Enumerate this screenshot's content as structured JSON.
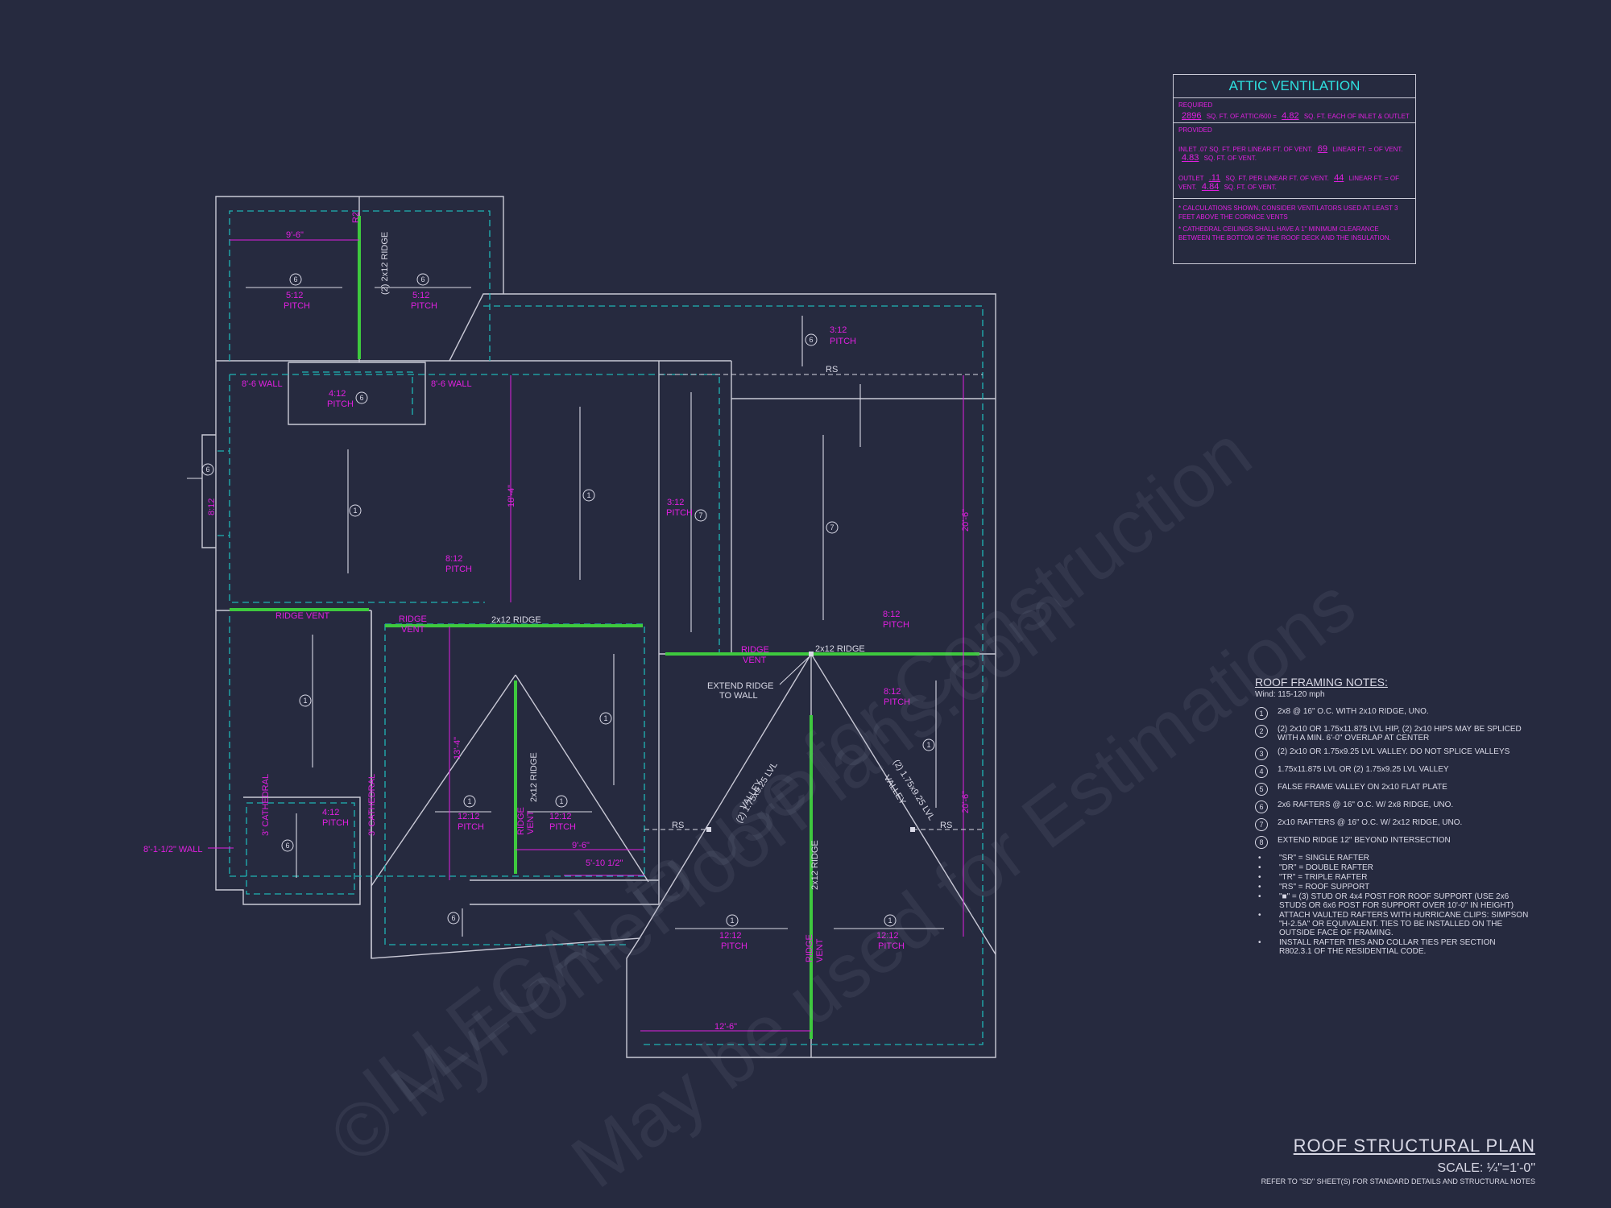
{
  "ventilation": {
    "title": "ATTIC VENTILATION",
    "required_label": "REQUIRED",
    "required_value": "2896",
    "required_text": "SQ. FT. OF ATTIC/600 =",
    "required_result": "4.82",
    "required_unit": "SQ. FT. EACH OF INLET & OUTLET",
    "provided_label": "PROVIDED",
    "inlet_label": "INLET .07 SQ. FT. PER LINEAR FT. OF VENT.",
    "inlet_length": "69",
    "inlet_mid": "LINEAR FT. = OF VENT.",
    "inlet_result": "4.83",
    "inlet_unit": "SQ. FT. OF VENT.",
    "outlet_label": "OUTLET",
    "outlet_rate": ".11",
    "outlet_mid1": "SQ. FT. PER LINEAR FT. OF VENT.",
    "outlet_length": "44",
    "outlet_mid2": "LINEAR FT. = OF VENT.",
    "outlet_result": "4.84",
    "outlet_unit": "SQ. FT. OF VENT.",
    "note1": "* CALCULATIONS SHOWN, CONSIDER VENTILATORS USED AT LEAST 3 FEET ABOVE THE CORNICE VENTS",
    "note2": "* CATHEDRAL CEILINGS SHALL HAVE A 1\" MINIMUM CLEARANCE BETWEEN THE BOTTOM OF THE ROOF DECK AND THE INSULATION."
  },
  "notes": {
    "title": "ROOF FRAMING NOTES:",
    "wind": "Wind: 115-120 mph",
    "items": [
      {
        "num": "1",
        "text": "2x8 @ 16\" O.C. WITH 2x10 RIDGE, UNO."
      },
      {
        "num": "2",
        "text": "(2) 2x10 OR 1.75x11.875 LVL HIP, (2) 2x10 HIPS MAY BE SPLICED WITH A MIN. 6'-0\" OVERLAP AT CENTER"
      },
      {
        "num": "3",
        "text": "(2) 2x10 OR 1.75x9.25 LVL VALLEY. DO NOT SPLICE VALLEYS"
      },
      {
        "num": "4",
        "text": "1.75x11.875 LVL OR (2) 1.75x9.25 LVL VALLEY"
      },
      {
        "num": "5",
        "text": "FALSE FRAME VALLEY ON 2x10 FLAT PLATE"
      },
      {
        "num": "6",
        "text": "2x6 RAFTERS @ 16\" O.C. W/ 2x8 RIDGE, UNO."
      },
      {
        "num": "7",
        "text": "2x10 RAFTERS @ 16\" O.C. W/ 2x12 RIDGE, UNO."
      },
      {
        "num": "8",
        "text": "EXTEND RIDGE 12\" BEYOND INTERSECTION"
      }
    ],
    "bullets": [
      "\"SR\" = SINGLE RAFTER",
      "\"DR\" = DOUBLE RAFTER",
      "\"TR\" = TRIPLE RAFTER",
      "\"RS\" = ROOF SUPPORT",
      "\"■\" = (3) STUD OR 4x4 POST FOR ROOF SUPPORT (USE 2x6 STUDS OR 6x6 POST FOR SUPPORT OVER 10'-0\" IN HEIGHT)",
      "ATTACH VAULTED RAFTERS WITH HURRICANE CLIPS: SIMPSON \"H-2.5A\" OR EQUIVALENT. TIES TO BE INSTALLED ON THE OUTSIDE FACE OF FRAMING.",
      "INSTALL RAFTER TIES AND COLLAR TIES PER SECTION R802.3.1 OF THE RESIDENTIAL CODE."
    ]
  },
  "title_block": {
    "title": "ROOF STRUCTURAL PLAN",
    "scale": "SCALE: ¼\"=1'-0\"",
    "ref": "REFER TO \"SD\" SHEET(S) FOR STANDARD DETAILS AND STRUCTURAL NOTES"
  },
  "plan": {
    "dim_9_6": "9'-6\"",
    "r2": "R2",
    "ridge_2x12_vert": "(2) 2x12 RIDGE",
    "pitch_5_12": "5:12",
    "pitch_word": "PITCH",
    "pitch_3_12": "3:12",
    "pitch_4_12": "4:12",
    "pitch_8_12": "8:12",
    "pitch_12_12": "12:12",
    "wall_8_6": "8'-6 WALL",
    "rs": "RS",
    "dim_18_4": "18'-4\"",
    "dim_20_6": "20'-6\"",
    "dim_8_12": "8:12",
    "ridge_vent": "RIDGE VENT",
    "ridge_word": "RIDGE",
    "vent_word": "VENT",
    "ridge_2x12": "2x12 RIDGE",
    "extend_ridge_1": "EXTEND RIDGE",
    "extend_ridge_2": "TO WALL",
    "valley_1": "(2) 1.75x9.25 LVL",
    "valley_2": "VALLEY",
    "dim_13_4": "13'-4\"",
    "dim_9_6b": "9'-6\"",
    "dim_5_10": "5'-10 1/2\"",
    "wall_8_1": "8'-1-1/2\" WALL",
    "dim_12_6": "12'-6\"",
    "ridge_2x12_v2": "2x12 RIDGE",
    "cathedral": "3' CATHEDRAL",
    "n1": "1",
    "n6": "6",
    "n7": "7"
  },
  "watermark": {
    "line1": "© MyHomeFloorPlans.com",
    "line2": "ILLEGAL to use for Construction",
    "line3": "May be used for Estimations"
  },
  "colors": {
    "background": "#262a3f",
    "wall": "#c9c9d6",
    "eave": "#1fb5b5",
    "ridge": "#3ec93e",
    "magenta": "#e020e0",
    "cyan": "#2ee0e0"
  }
}
